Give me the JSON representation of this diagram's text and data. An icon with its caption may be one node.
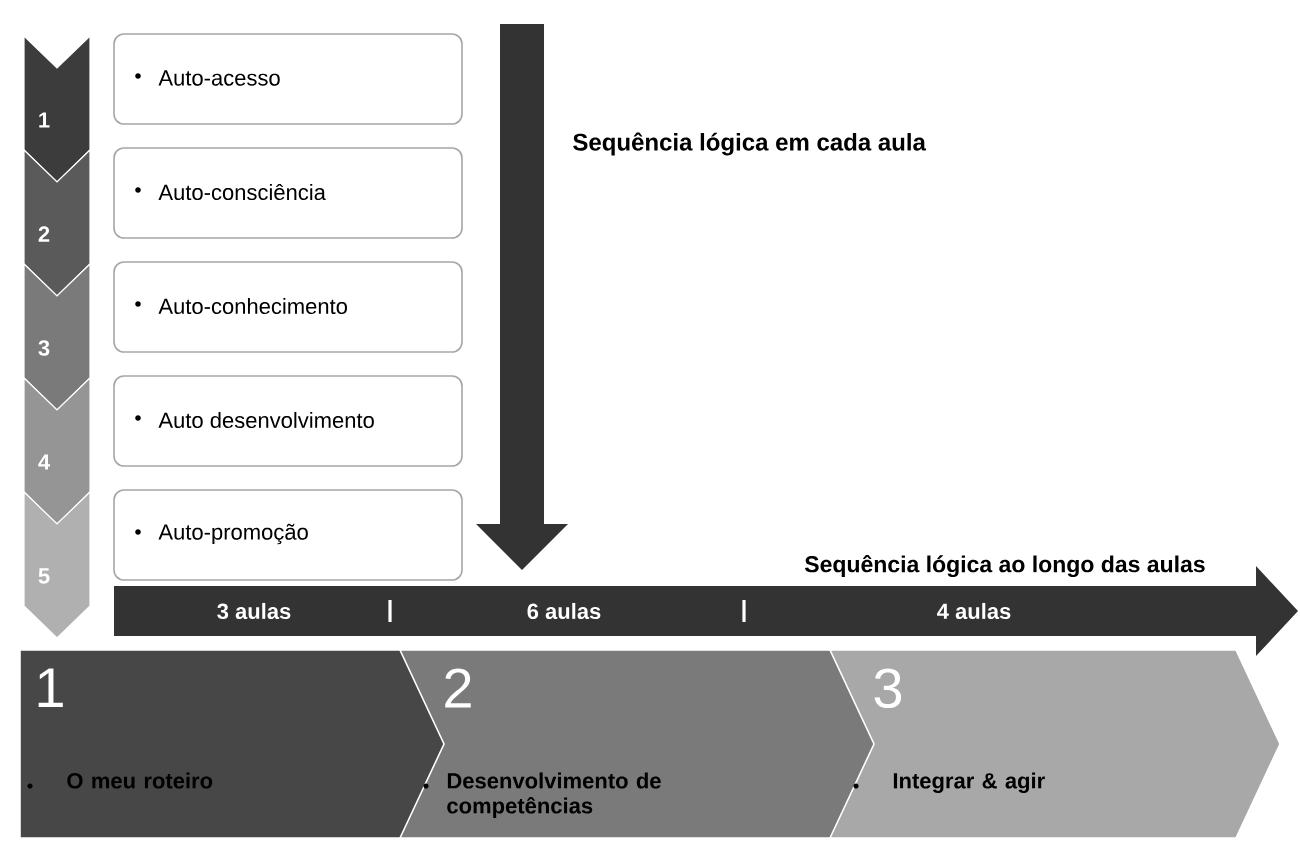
{
  "diagram": {
    "nodes": [
      {
        "text": [
          "1"
        ]
      },
      {
        "text": [
          "Auto-acesso"
        ]
      },
      {
        "text": [
          "2"
        ]
      },
      {
        "text": [
          "Auto-consciência"
        ]
      },
      {
        "text": [
          "3"
        ]
      },
      {
        "text": [
          "Auto-conhecimento"
        ]
      },
      {
        "text": [
          "4"
        ]
      },
      {
        "text": [
          "Auto desenvolvimento"
        ]
      },
      {
        "text": [
          "5"
        ]
      },
      {
        "text": [
          "Auto-promoção"
        ]
      },
      {
        "text": [
          "1",
          "O meu roteiro"
        ]
      },
      {
        "text": [
          "2",
          "Desenvolvimento de competências"
        ]
      },
      {
        "text": [
          "3",
          "Integrar & agir"
        ]
      }
    ],
    "labels": [
      "Sequência lógica em cada aula",
      "Sequência lógica ao longo das aulas",
      "3 aulas",
      "6 aulas",
      "4 aulas"
    ]
  }
}
